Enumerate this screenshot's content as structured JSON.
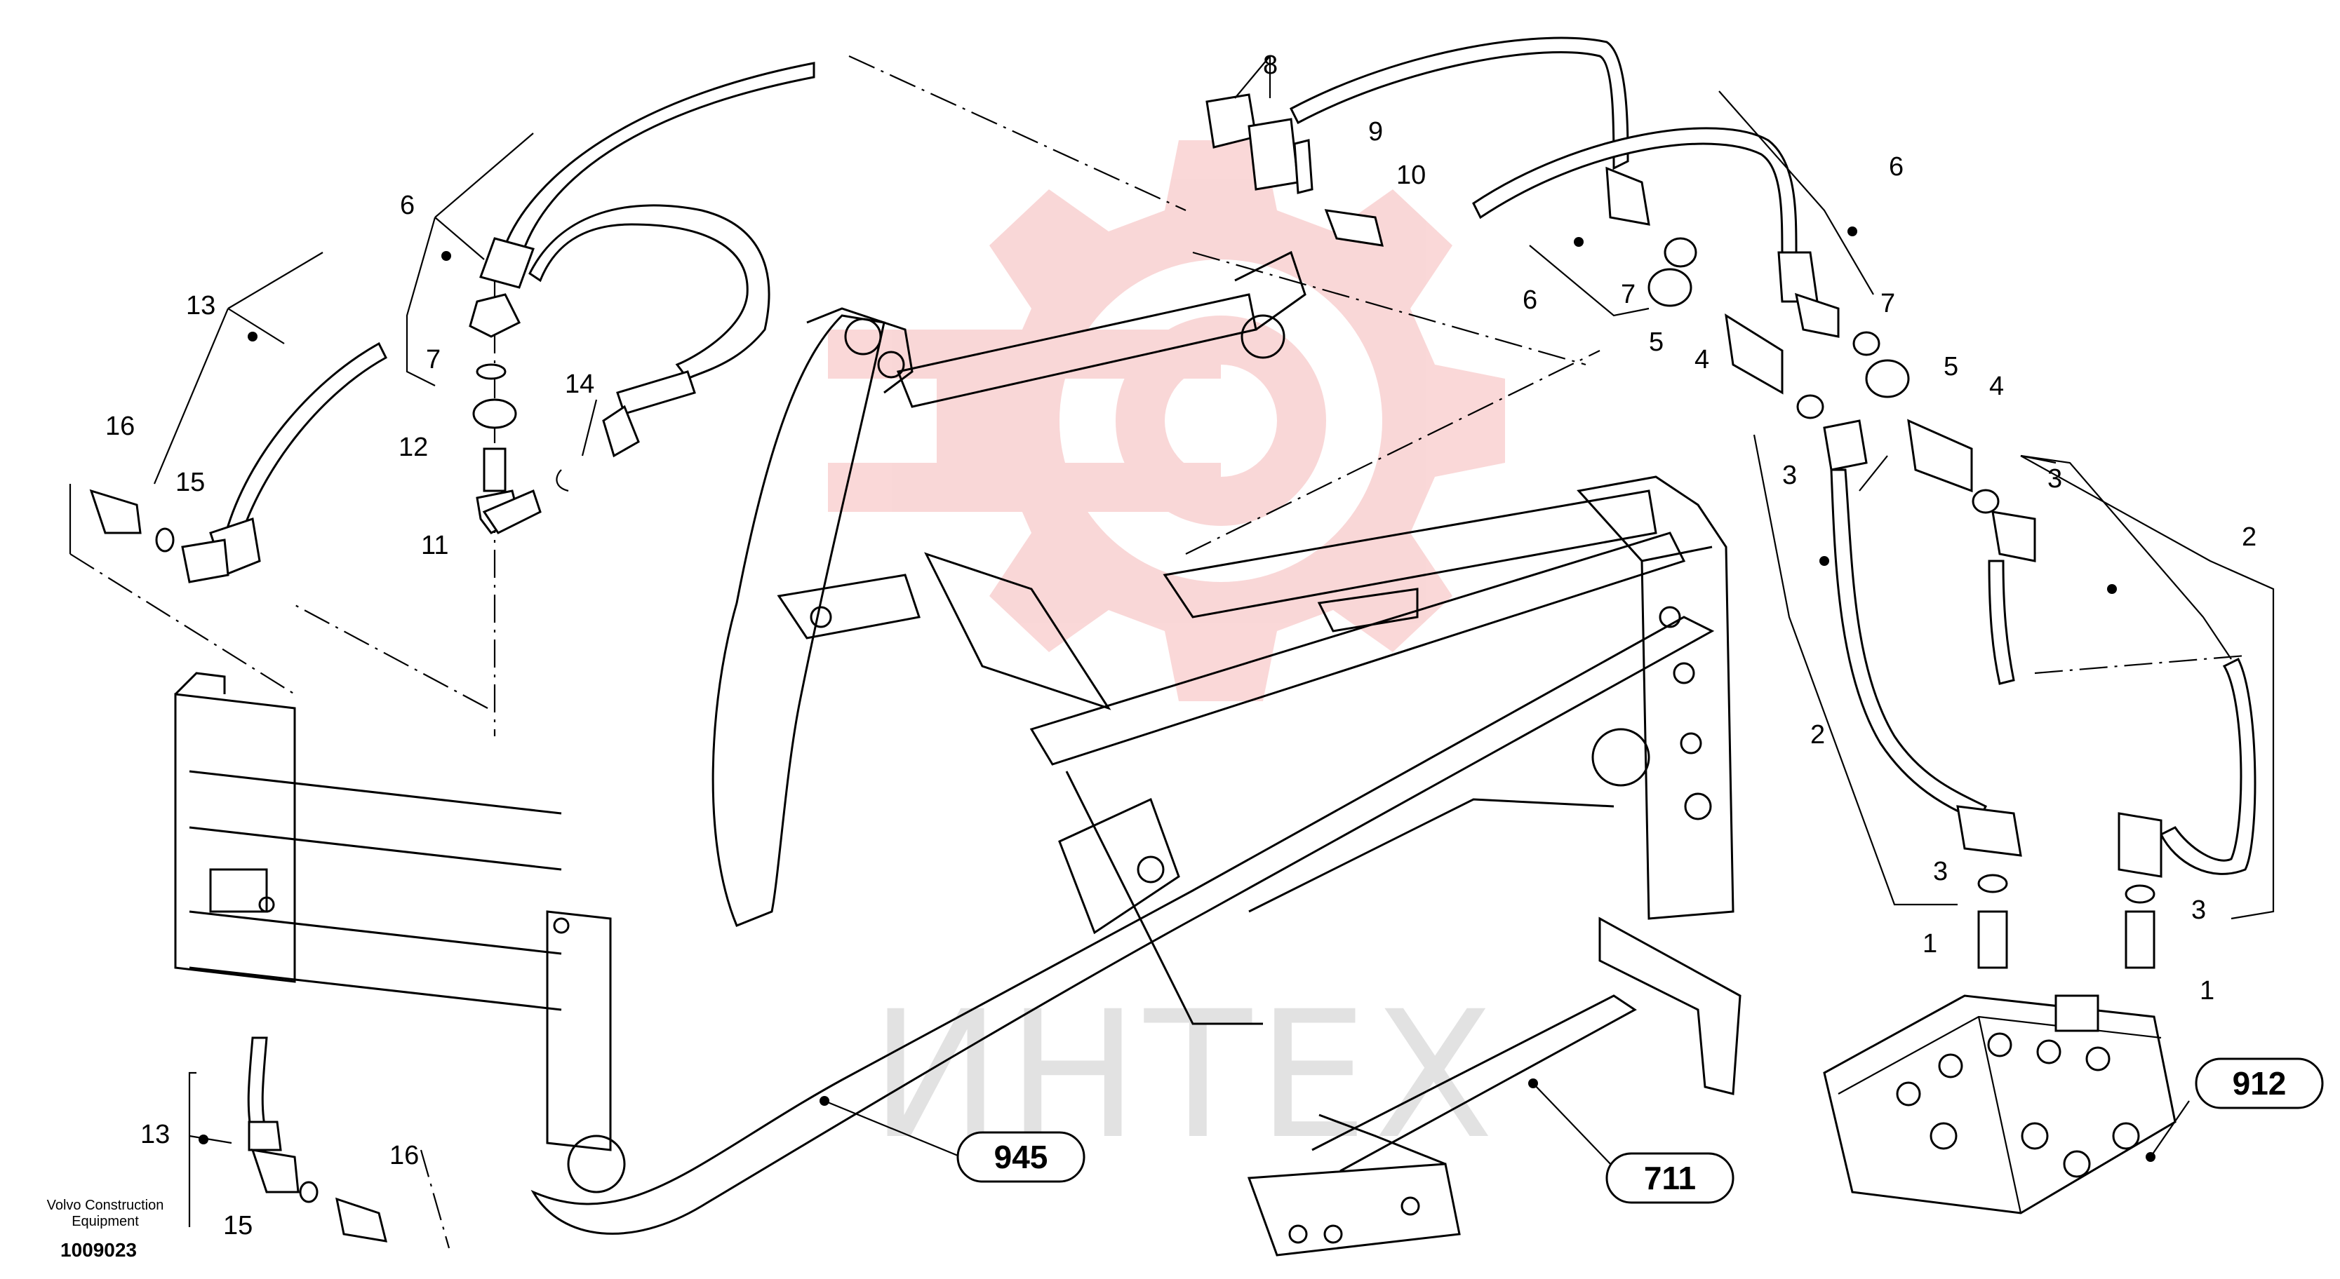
{
  "callouts": [
    {
      "text": "1"
    },
    {
      "text": "1"
    },
    {
      "text": "2"
    },
    {
      "text": "2"
    },
    {
      "text": "3"
    },
    {
      "text": "3"
    },
    {
      "text": "3"
    },
    {
      "text": "3"
    },
    {
      "text": "4"
    },
    {
      "text": "4"
    },
    {
      "text": "5"
    },
    {
      "text": "5"
    },
    {
      "text": "6"
    },
    {
      "text": "6"
    },
    {
      "text": "6"
    },
    {
      "text": "7"
    },
    {
      "text": "7"
    },
    {
      "text": "7"
    },
    {
      "text": "8"
    },
    {
      "text": "9"
    },
    {
      "text": "10"
    },
    {
      "text": "11"
    },
    {
      "text": "12"
    },
    {
      "text": "13"
    },
    {
      "text": "13"
    },
    {
      "text": "14"
    },
    {
      "text": "15"
    },
    {
      "text": "15"
    },
    {
      "text": "16"
    },
    {
      "text": "16"
    }
  ],
  "reference_boxes": [
    {
      "text": "945"
    },
    {
      "text": "711"
    },
    {
      "text": "912"
    }
  ],
  "footer": {
    "company_line1": "Volvo Construction",
    "company_line2": "Equipment",
    "drawing_number": "1009023"
  },
  "watermark": {
    "text": "ИНТЕХ",
    "color": "#f5b8b8"
  },
  "icons": [
    "gear-watermark-icon"
  ]
}
